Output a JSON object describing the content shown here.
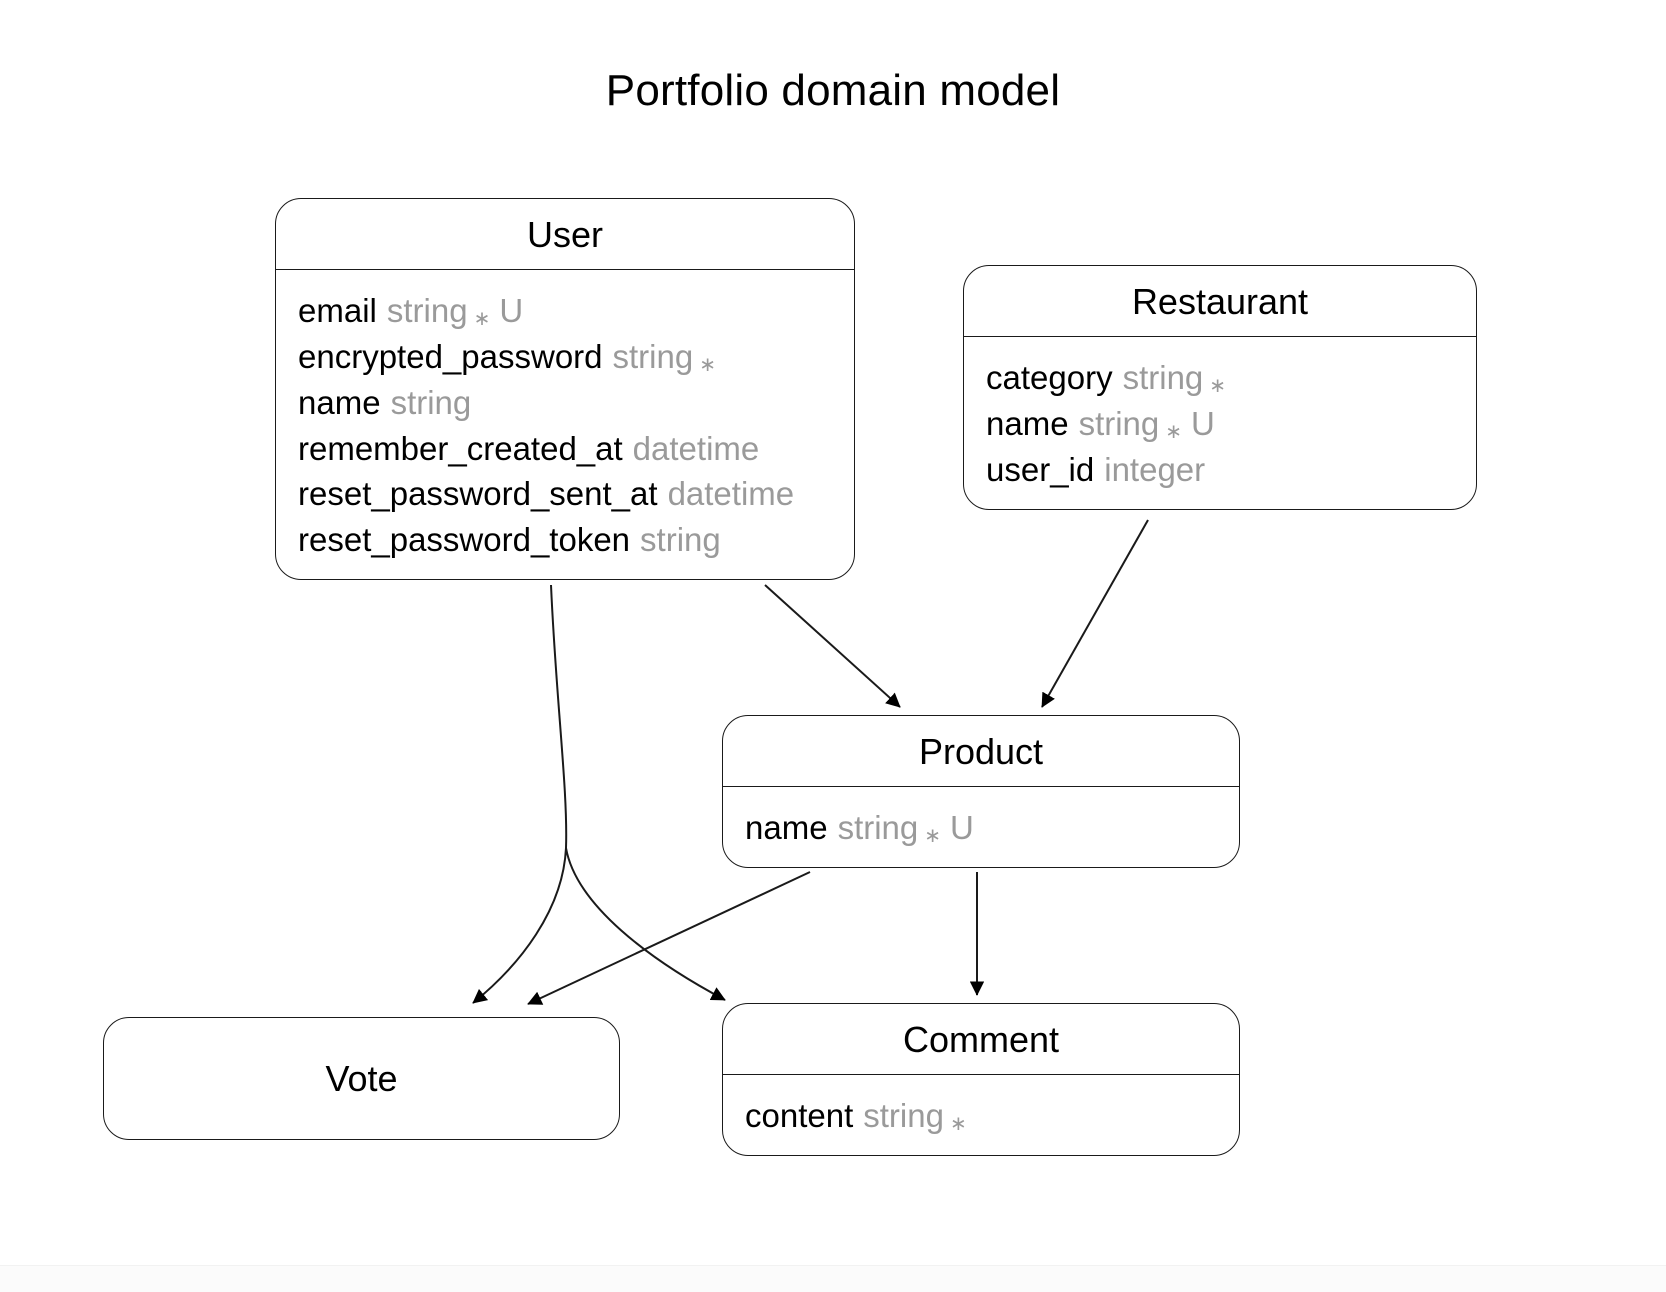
{
  "diagram": {
    "title": "Portfolio domain model",
    "type": "entity-relationship-diagram",
    "colors": {
      "background": "#ffffff",
      "stroke": "#1a1a1a",
      "attribute_name": "#000000",
      "attribute_type": "#9a9a9a",
      "marker": "#000000"
    }
  },
  "entities": [
    {
      "id": "user",
      "name": "User",
      "attributes": [
        {
          "name": "email",
          "type": "string",
          "required": "∗",
          "unique": "U"
        },
        {
          "name": "encrypted_password",
          "type": "string",
          "required": "∗",
          "unique": ""
        },
        {
          "name": "name",
          "type": "string",
          "required": "",
          "unique": ""
        },
        {
          "name": "remember_created_at",
          "type": "datetime",
          "required": "",
          "unique": ""
        },
        {
          "name": "reset_password_sent_at",
          "type": "datetime",
          "required": "",
          "unique": ""
        },
        {
          "name": "reset_password_token",
          "type": "string",
          "required": "",
          "unique": ""
        }
      ]
    },
    {
      "id": "restaurant",
      "name": "Restaurant",
      "attributes": [
        {
          "name": "category",
          "type": "string",
          "required": "∗",
          "unique": ""
        },
        {
          "name": "name",
          "type": "string",
          "required": "∗",
          "unique": "U"
        },
        {
          "name": "user_id",
          "type": "integer",
          "required": "",
          "unique": ""
        }
      ]
    },
    {
      "id": "product",
      "name": "Product",
      "attributes": [
        {
          "name": "name",
          "type": "string",
          "required": "∗",
          "unique": "U"
        }
      ]
    },
    {
      "id": "vote",
      "name": "Vote",
      "attributes": []
    },
    {
      "id": "comment",
      "name": "Comment",
      "attributes": [
        {
          "name": "content",
          "type": "string",
          "required": "∗",
          "unique": ""
        }
      ]
    }
  ],
  "relationships": [
    {
      "from": "User",
      "to": "Product"
    },
    {
      "from": "Restaurant",
      "to": "Product"
    },
    {
      "from": "User",
      "to": "Vote"
    },
    {
      "from": "Product",
      "to": "Vote"
    },
    {
      "from": "Product",
      "to": "Comment"
    }
  ]
}
